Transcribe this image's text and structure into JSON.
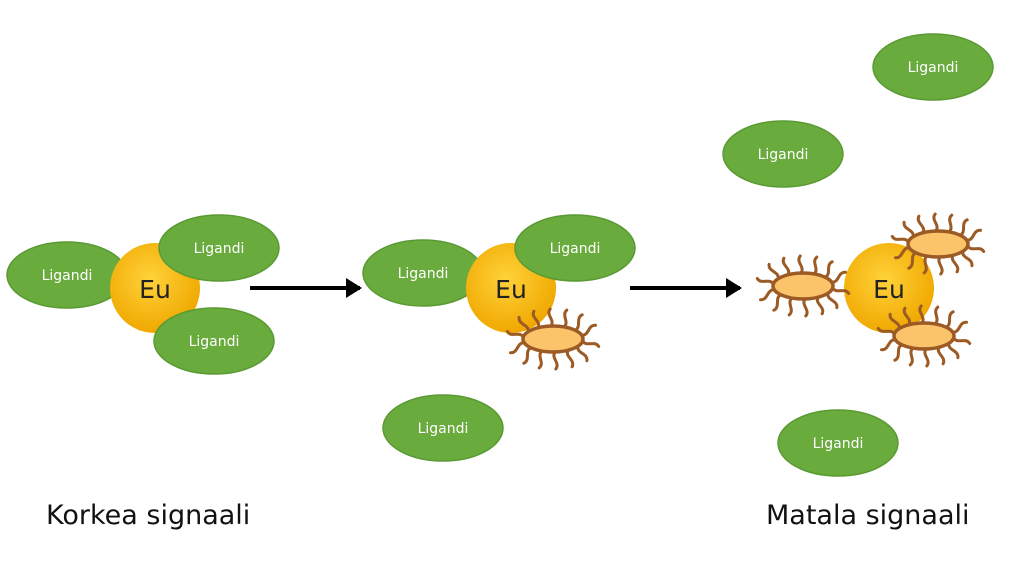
{
  "colors": {
    "ligand_fill": "#6aab3e",
    "ligand_stroke": "#5a9a33",
    "eu_center": "#ffd23a",
    "eu_edge": "#f0a800",
    "bacterium_fill": "#fbc36a",
    "bacterium_stroke": "#9c5a24",
    "arrow": "#000000"
  },
  "labels": {
    "ligand": "Ligandi",
    "europium": "Eu"
  },
  "captions": {
    "left": "Korkea signaali",
    "right": "Matala signaali"
  },
  "icons": {
    "bacterium": "bacterium-icon",
    "arrow": "arrow-right-icon"
  }
}
